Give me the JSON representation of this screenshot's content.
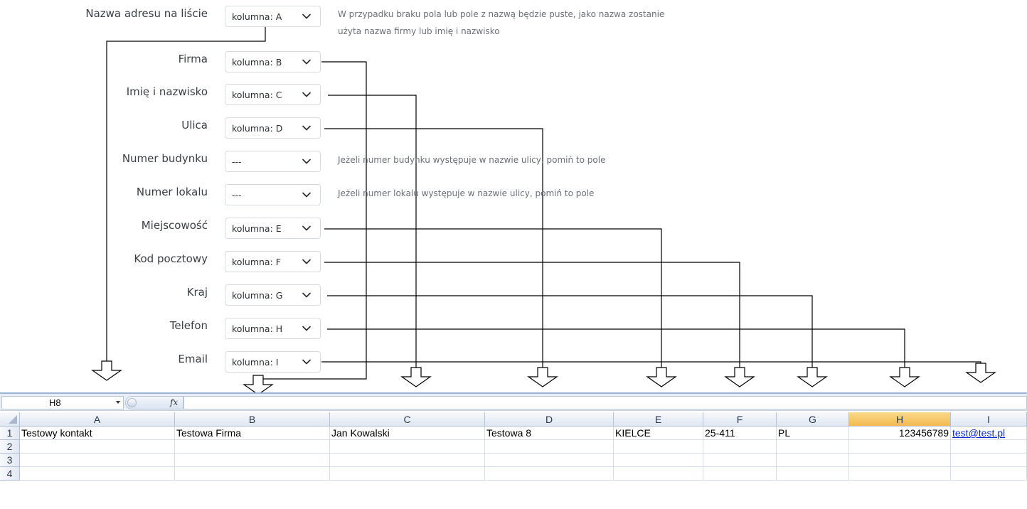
{
  "form": {
    "rows": [
      {
        "id": "nazwa",
        "label": "Nazwa adresu na liście",
        "value": "kolumna: A",
        "col": "A"
      },
      {
        "id": "firma",
        "label": "Firma",
        "value": "kolumna: B",
        "col": "B"
      },
      {
        "id": "imie",
        "label": "Imię i nazwisko",
        "value": "kolumna: C",
        "col": "C"
      },
      {
        "id": "ulica",
        "label": "Ulica",
        "value": "kolumna: D",
        "col": "D"
      },
      {
        "id": "numer-budynku",
        "label": "Numer budynku",
        "value": "---",
        "col": ""
      },
      {
        "id": "numer-lokalu",
        "label": "Numer lokalu",
        "value": "---",
        "col": ""
      },
      {
        "id": "miejscowosc",
        "label": "Miejscowość",
        "value": "kolumna: E",
        "col": "E"
      },
      {
        "id": "kod",
        "label": "Kod pocztowy",
        "value": "kolumna: F",
        "col": "F"
      },
      {
        "id": "kraj",
        "label": "Kraj",
        "value": "kolumna: G",
        "col": "G"
      },
      {
        "id": "telefon",
        "label": "Telefon",
        "value": "kolumna: H",
        "col": "H"
      },
      {
        "id": "email",
        "label": "Email",
        "value": "kolumna: I",
        "col": "I"
      }
    ],
    "notes": {
      "nazwa_line1": "W przypadku braku pola lub pole z nazwą będzie puste, jako nazwa zostanie",
      "nazwa_line2": "użyta nazwa firmy lub imię i nazwisko",
      "budynek": "Jeżeli numer budynku występuje w nazwie ulicy, pomiń to pole",
      "lokal": "Jeżeli numer lokalu występuje w nazwie ulicy, pomiń to pole"
    }
  },
  "spreadsheet": {
    "name_box": "H8",
    "fx_symbol": "fx",
    "columns": [
      "A",
      "B",
      "C",
      "D",
      "E",
      "F",
      "G",
      "H",
      "I"
    ],
    "selected_column": "H",
    "row_numbers": [
      "1",
      "2",
      "3",
      "4"
    ],
    "row1": [
      "Testowy kontakt",
      "Testowa Firma",
      "Jan Kowalski",
      "Testowa 8",
      "KIELCE",
      "25-411",
      "PL",
      "123456789",
      "test@test.pl"
    ]
  },
  "icons": {
    "select_arrow": "chevron-down-icon",
    "mapping_arrow": "arrow-down-icon",
    "dropdown": "triangle-down-icon"
  }
}
